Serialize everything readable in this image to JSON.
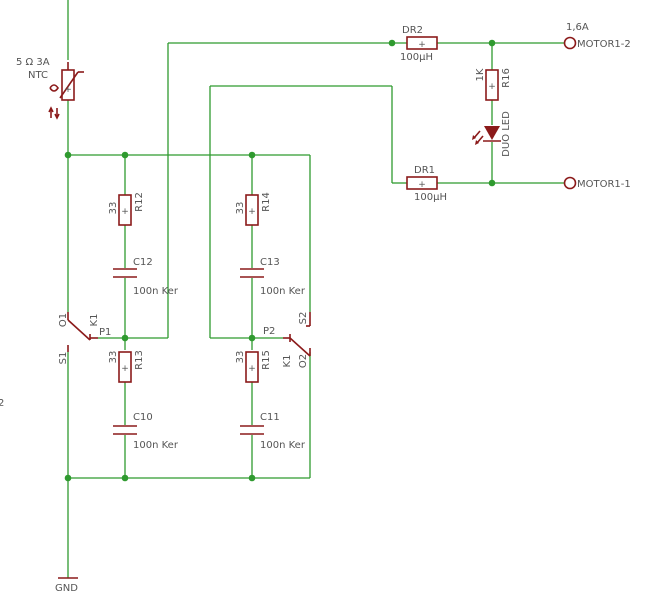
{
  "colors": {
    "wire": "#2f9a2f",
    "component": "#8b1a1a",
    "text": "#555555",
    "background": "#ffffff"
  },
  "labels": {
    "ntc_rating": "5 Ω 3A",
    "ntc_name": "NTC",
    "dr2_name": "DR2",
    "dr2_value": "100µH",
    "dr1_name": "DR1",
    "dr1_value": "100µH",
    "current": "1,6A",
    "motor_a": "MOTOR1-2",
    "motor_b": "MOTOR1-1",
    "r16_value": "1K",
    "r16_name": "R16",
    "led_label": "DUO LED",
    "r12_value": "33",
    "r12_name": "R12",
    "c12_name": "C12",
    "c12_value": "100n Ker",
    "r14_value": "33",
    "r14_name": "R14",
    "c13_name": "C13",
    "c13_value": "100n Ker",
    "r13_value": "33",
    "r13_name": "R13",
    "c10_name": "C10",
    "c10_value": "100n Ker",
    "r15_value": "33",
    "r15_name": "R15",
    "c11_name": "C11",
    "c11_value": "100n Ker",
    "k1_left": "K1",
    "k1_right": "K1",
    "o1": "O1",
    "s1": "S1",
    "p1": "P1",
    "p2": "P2",
    "s2": "S2",
    "o2": "O2",
    "gnd": "GND",
    "edge_mark": "2"
  }
}
